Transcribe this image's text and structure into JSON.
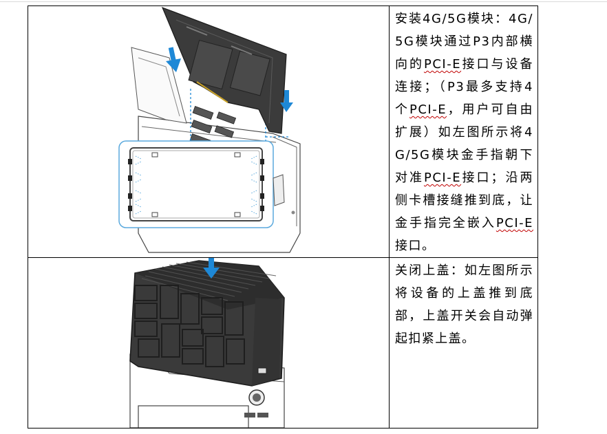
{
  "rows": [
    {
      "image": {
        "icon": "device-install-4g5g-module-illustration",
        "accent_color": "#1e88d6"
      },
      "text_parts": [
        {
          "text": "安装4G/5G模块：4G/5G模块通过P3内部横向的",
          "squiggle": false
        },
        {
          "text": "PCI-E",
          "squiggle": true
        },
        {
          "text": "接口与设备连接；（P3最多支持4个",
          "squiggle": false
        },
        {
          "text": "PCI-E",
          "squiggle": true
        },
        {
          "text": "，用户可自由扩展）如左图所示将4G/5G模块金手指朝下对准",
          "squiggle": false
        },
        {
          "text": "PCI-E",
          "squiggle": true
        },
        {
          "text": "接口；沿两侧卡槽接缝推到底，让金手指完全嵌入",
          "squiggle": false
        },
        {
          "text": "PCI-E",
          "squiggle": true
        },
        {
          "text": "接口。",
          "squiggle": false
        }
      ]
    },
    {
      "image": {
        "icon": "device-close-top-cover-illustration",
        "accent_color": "#1e88d6"
      },
      "text_parts": [
        {
          "text": "关闭上盖：如左图所示将设备的上盖推到底部，上盖开关会自动弹起扣紧上盖。",
          "squiggle": false
        }
      ]
    }
  ]
}
